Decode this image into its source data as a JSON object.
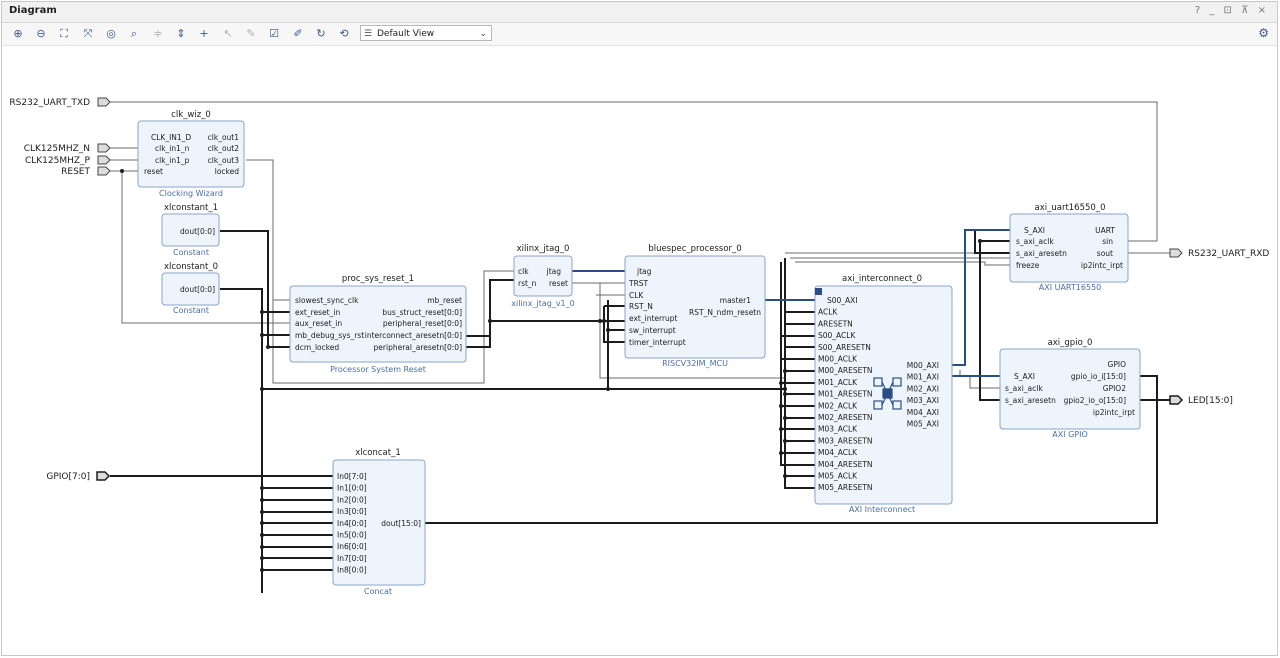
{
  "window": {
    "title": "Diagram",
    "controls": "? _ ⊡ ⊼ ×"
  },
  "toolbar": {
    "view_select": "Default View",
    "icons": [
      "zoom-in-icon",
      "zoom-out-icon",
      "zoom-fit-icon",
      "fit-selection-icon",
      "auto-connect-icon",
      "search-icon",
      "collapse-icon",
      "expand-icon",
      "add-ip-icon",
      "disabled-icon",
      "settings-wrench-icon",
      "validate-icon",
      "run-automation-icon",
      "refresh-icon",
      "regenerate-layout-icon"
    ]
  },
  "ports": {
    "uart_txd": "RS232_UART_TXD",
    "clk_n": "CLK125MHZ_N",
    "clk_p": "CLK125MHZ_P",
    "reset": "RESET",
    "gpio_in": "GPIO[7:0]",
    "uart_rxd": "RS232_UART_RXD",
    "led": "LED[15:0]"
  },
  "blocks": {
    "clk_wiz": {
      "instance": "clk_wiz_0",
      "type": "Clocking Wizard",
      "left_pins": [
        "CLK_IN1_D",
        "clk_in1_n",
        "clk_in1_p",
        "reset"
      ],
      "right_pins": [
        "clk_out1",
        "clk_out2",
        "clk_out3",
        "locked"
      ]
    },
    "xlconstant_1": {
      "instance": "xlconstant_1",
      "type": "Constant",
      "pin": "dout[0:0]"
    },
    "xlconstant_0": {
      "instance": "xlconstant_0",
      "type": "Constant",
      "pin": "dout[0:0]"
    },
    "proc_sys_reset": {
      "instance": "proc_sys_reset_1",
      "type": "Processor System Reset",
      "left_pins": [
        "slowest_sync_clk",
        "ext_reset_in",
        "aux_reset_in",
        "mb_debug_sys_rst",
        "dcm_locked"
      ],
      "right_pins": [
        "mb_reset",
        "bus_struct_reset[0:0]",
        "peripheral_reset[0:0]",
        "interconnect_aresetn[0:0]",
        "peripheral_aresetn[0:0]"
      ]
    },
    "xilinx_jtag": {
      "instance": "xilinx_jtag_0",
      "type": "xilinx_jtag_v1_0",
      "left_pins": [
        "clk",
        "rst_n"
      ],
      "right_pins": [
        "jtag",
        "reset"
      ]
    },
    "bluespec": {
      "instance": "bluespec_processor_0",
      "type": "RISCV32IM_MCU",
      "left_pins": [
        "jtag",
        "TRST",
        "CLK",
        "RST_N",
        "ext_interrupt",
        "sw_interrupt",
        "timer_interrupt"
      ],
      "right_pins": [
        "master1",
        "RST_N_ndm_resetn"
      ]
    },
    "axi_interconnect": {
      "instance": "axi_interconnect_0",
      "type": "AXI Interconnect",
      "left_pins": [
        "S00_AXI",
        "ACLK",
        "ARESETN",
        "S00_ACLK",
        "S00_ARESETN",
        "M00_ACLK",
        "M00_ARESETN",
        "M01_ACLK",
        "M01_ARESETN",
        "M02_ACLK",
        "M02_ARESETN",
        "M03_ACLK",
        "M03_ARESETN",
        "M04_ACLK",
        "M04_ARESETN",
        "M05_ACLK",
        "M05_ARESETN"
      ],
      "right_pins": [
        "M00_AXI",
        "M01_AXI",
        "M02_AXI",
        "M03_AXI",
        "M04_AXI",
        "M05_AXI"
      ]
    },
    "axi_uart": {
      "instance": "axi_uart16550_0",
      "type": "AXI UART16550",
      "left_pins": [
        "S_AXI",
        "s_axi_aclk",
        "s_axi_aresetn",
        "freeze"
      ],
      "right_pins": [
        "UART",
        "sin",
        "sout",
        "ip2intc_irpt"
      ]
    },
    "axi_gpio": {
      "instance": "axi_gpio_0",
      "type": "AXI GPIO",
      "left_pins": [
        "S_AXI",
        "s_axi_aclk",
        "s_axi_aresetn"
      ],
      "right_pins": [
        "GPIO",
        "gpio_io_i[15:0]",
        "GPIO2",
        "gpio2_io_o[15:0]",
        "ip2intc_irpt"
      ]
    },
    "xlconcat": {
      "instance": "xlconcat_1",
      "type": "Concat",
      "left_pins": [
        "In0[7:0]",
        "In1[0:0]",
        "In2[0:0]",
        "In3[0:0]",
        "In4[0:0]",
        "In5[0:0]",
        "In6[0:0]",
        "In7[0:0]",
        "In8[0:0]"
      ],
      "right_pins": [
        "dout[15:0]"
      ]
    }
  },
  "colors": {
    "block_fill": "#eef4fb",
    "block_stroke": "#8aa4c8",
    "type_label": "#4a6fa5",
    "wire": "#1c1c1c",
    "wire_thin": "#6b6b6b",
    "port_fill": "#dcdcdc"
  }
}
